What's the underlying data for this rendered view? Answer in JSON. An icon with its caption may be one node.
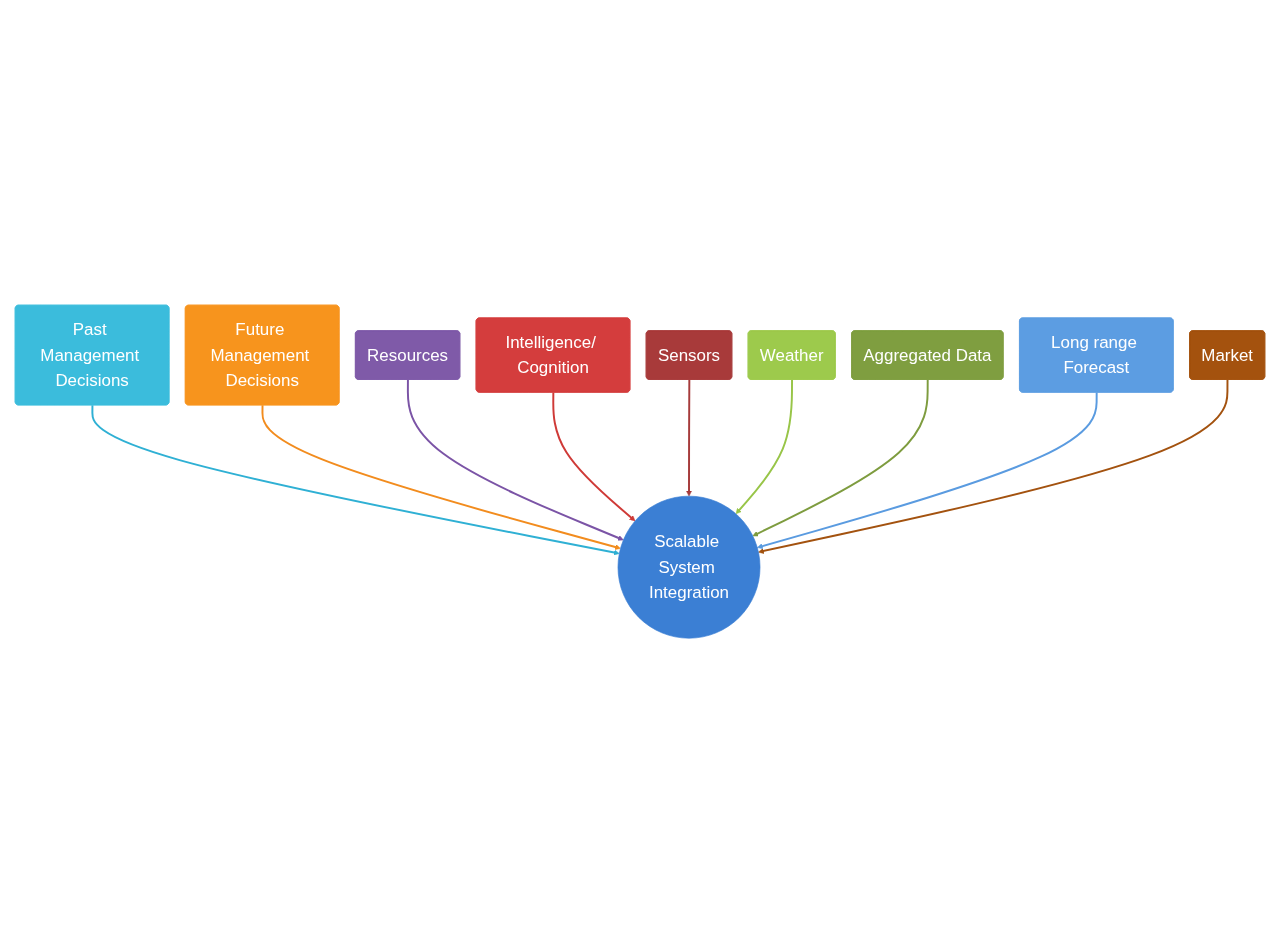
{
  "diagram": {
    "nodes": [
      {
        "text": [
          "Past Management Decisions"
        ]
      },
      {
        "text": [
          "Future Management Decisions"
        ]
      },
      {
        "text": [
          "Resources"
        ]
      },
      {
        "text": [
          "Intelligence/ Cognition"
        ]
      },
      {
        "text": [
          "Scalable System Integration"
        ]
      },
      {
        "text": [
          "Sensors"
        ]
      },
      {
        "text": [
          "Weather"
        ]
      },
      {
        "text": [
          "Aggregated Data"
        ]
      },
      {
        "text": [
          "Long range Forecast"
        ]
      },
      {
        "text": [
          "Market"
        ]
      }
    ],
    "edges": [
      {
        "from": 0,
        "to": 4,
        "arrow": "to",
        "color": "#2fb0d4"
      },
      {
        "from": 1,
        "to": 4,
        "arrow": "to",
        "color": "#f28c1e"
      },
      {
        "from": 2,
        "to": 4,
        "arrow": "to",
        "color": "#7b54a6"
      },
      {
        "from": 3,
        "to": 4,
        "arrow": "to",
        "color": "#cf3a37"
      },
      {
        "from": 5,
        "to": 4,
        "arrow": "to",
        "color": "#a63b3b"
      },
      {
        "from": 6,
        "to": 4,
        "arrow": "to",
        "color": "#98c548"
      },
      {
        "from": 7,
        "to": 4,
        "arrow": "to",
        "color": "#7e9c3f"
      },
      {
        "from": 8,
        "to": 4,
        "arrow": "to",
        "color": "#5a9be0"
      },
      {
        "from": 9,
        "to": 4,
        "arrow": "to",
        "color": "#a3520f"
      }
    ]
  }
}
